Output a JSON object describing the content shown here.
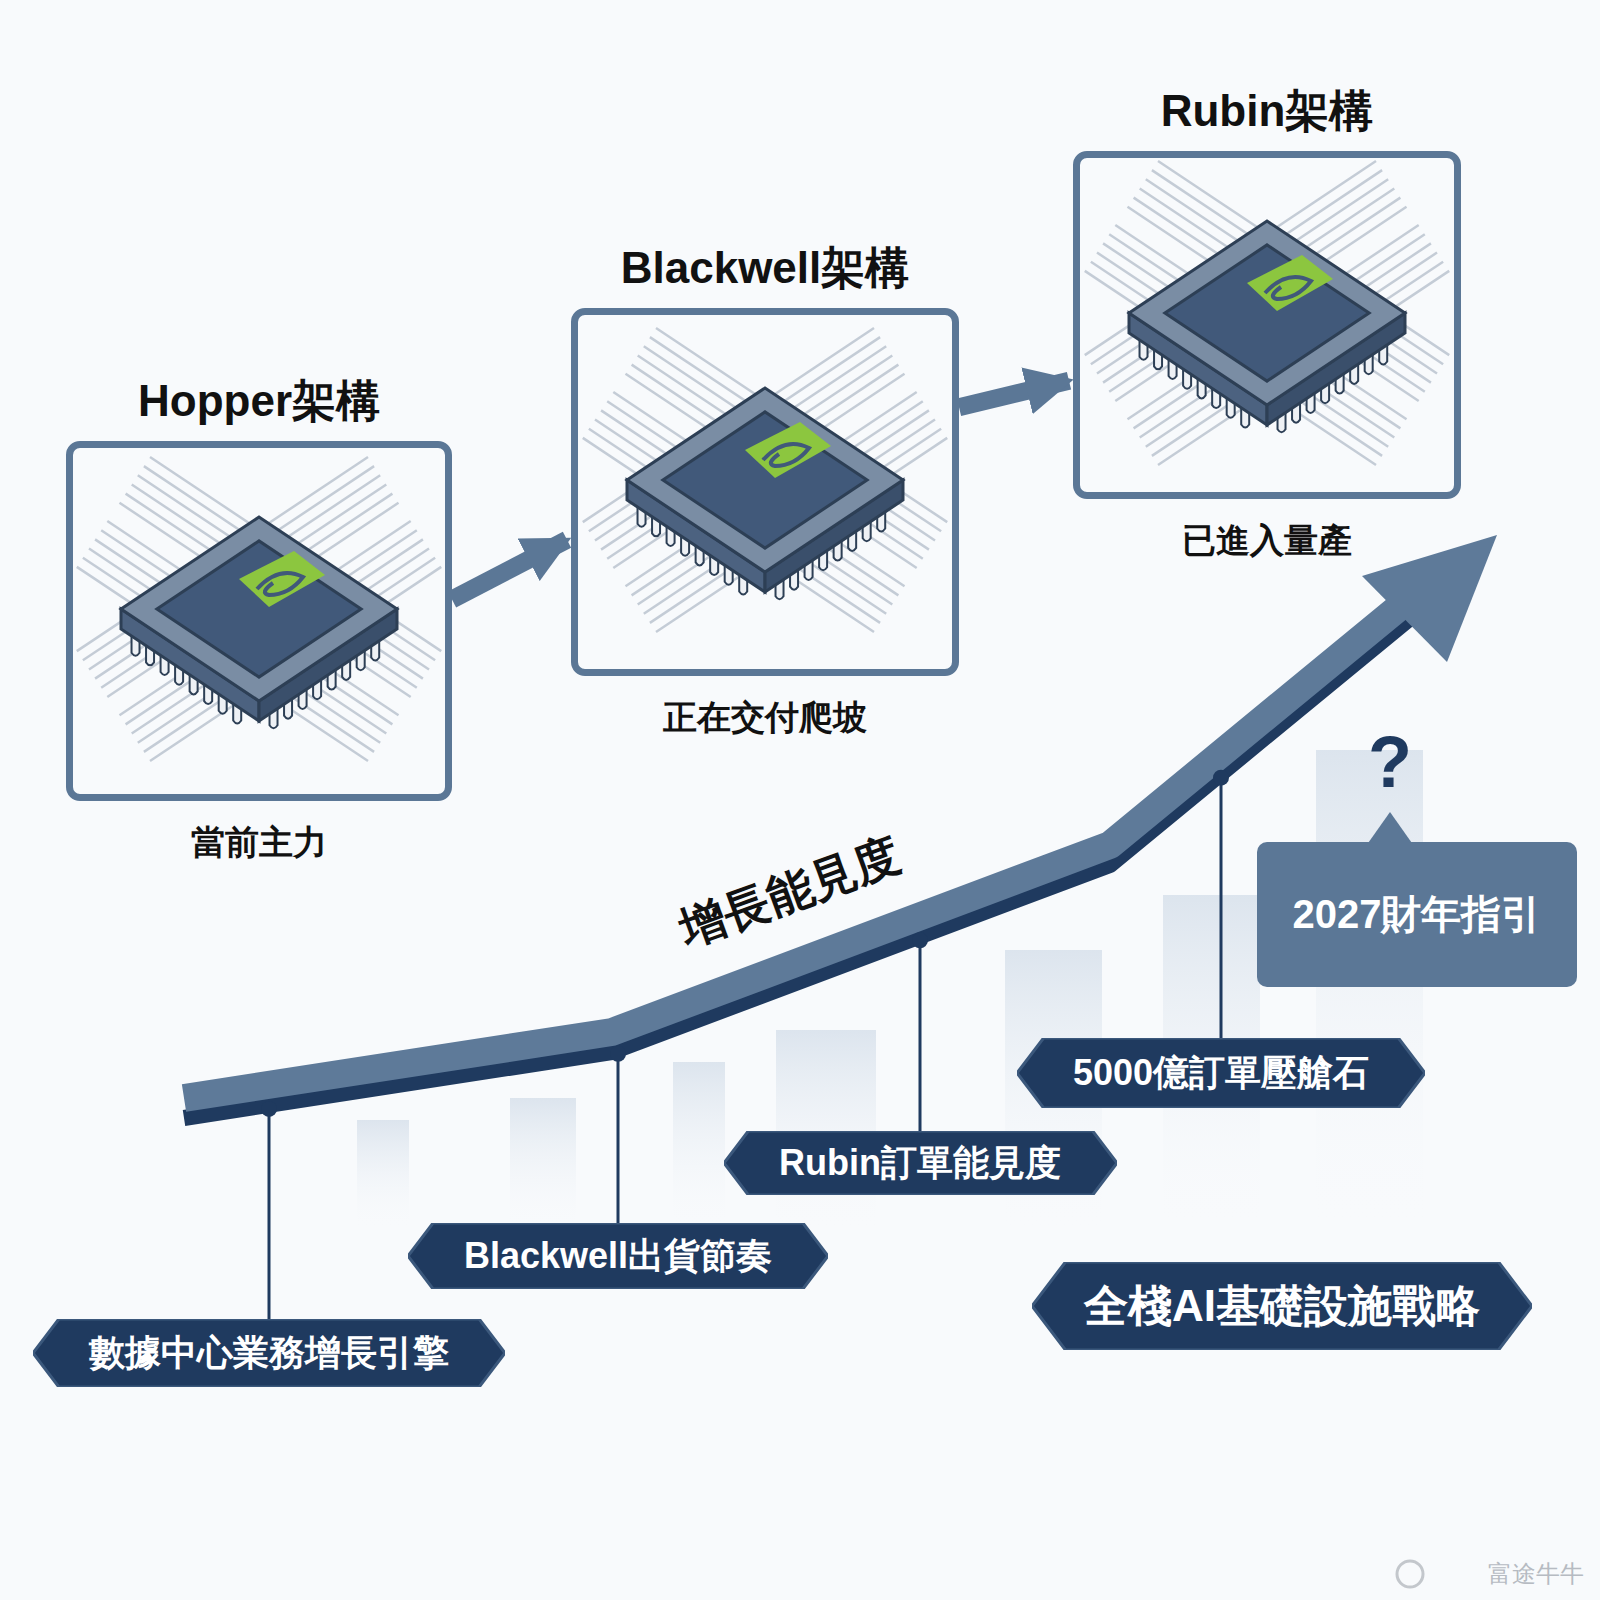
{
  "diagram": {
    "nodes": [
      {
        "text": [
          "Hopper架構",
          "當前主力"
        ]
      },
      {
        "text": [
          "Blackwell架構",
          "正在交付爬坡"
        ]
      },
      {
        "text": [
          "Rubin架構",
          "已進入量產"
        ]
      },
      {
        "text": [
          "2027財年指引"
        ]
      },
      {
        "text": [
          "5000億訂單壓艙石"
        ]
      },
      {
        "text": [
          "Rubin訂單能見度"
        ]
      },
      {
        "text": [
          "Blackwell出貨節奏"
        ]
      },
      {
        "text": [
          "數據中心業務增長引擎"
        ]
      },
      {
        "text": [
          "全棧AI基礎設施戰略"
        ]
      }
    ],
    "edges": [
      {
        "from": 0,
        "to": 1,
        "arrow": "to"
      },
      {
        "from": 1,
        "to": 2,
        "arrow": "to"
      }
    ],
    "labels": [
      "增長能見度",
      "?",
      "富途牛牛"
    ]
  }
}
